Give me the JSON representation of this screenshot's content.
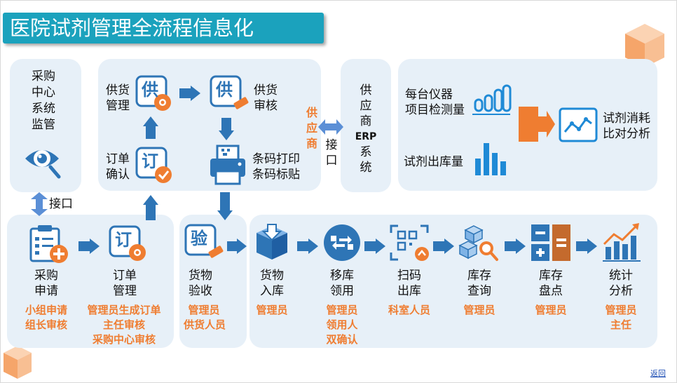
{
  "title": "医院试剂管理全流程信息化",
  "monitor": {
    "line1": "采购",
    "line2": "中心",
    "line3": "系统",
    "line4": "监管"
  },
  "interface_label": "接口",
  "supplier_box": {
    "supply_manage": [
      "供货",
      "管理"
    ],
    "supply_review": [
      "供货",
      "审核"
    ],
    "order_confirm": [
      "订单",
      "确认"
    ],
    "barcode": [
      "条码打印",
      "条码标贴"
    ],
    "supply_glyph": "供",
    "order_glyph": "订"
  },
  "supplier_vertical": "供应商",
  "erp_interface": "接口",
  "erp": {
    "l1": "供",
    "l2": "应",
    "l3": "商",
    "l4": "ERP",
    "l5": "系",
    "l6": "统"
  },
  "analysis": {
    "instrument": [
      "每台仪器",
      "项目检测量"
    ],
    "outbound_qty": "试剂出库量",
    "compare": [
      "试剂消耗",
      "比对分析"
    ]
  },
  "procure": {
    "apply": [
      "采购",
      "申请"
    ],
    "order_manage": [
      "订单",
      "管理"
    ],
    "apply_roles": [
      "小组申请",
      "组长审核"
    ],
    "order_roles": [
      "管理员生成订单",
      "主任审核",
      "采购中心审核"
    ]
  },
  "receive": {
    "label": [
      "货物",
      "验收"
    ],
    "glyph": "验",
    "roles": [
      "管理员",
      "供货人员"
    ]
  },
  "flow": [
    {
      "label": [
        "货物",
        "入库"
      ],
      "roles": [
        "管理员"
      ]
    },
    {
      "label": [
        "移库",
        "领用"
      ],
      "roles": [
        "管理员",
        "领用人",
        "双确认"
      ]
    },
    {
      "label": [
        "扫码",
        "出库"
      ],
      "roles": [
        "科室人员"
      ]
    },
    {
      "label": [
        "库存",
        "查询"
      ],
      "roles": [
        "管理员"
      ]
    },
    {
      "label": [
        "库存",
        "盘点"
      ],
      "roles": [
        "管理员"
      ]
    },
    {
      "label": [
        "统计",
        "分析"
      ],
      "roles": [
        "管理员",
        "主任"
      ]
    }
  ],
  "back_link": "返回",
  "colors": {
    "accent": "#2e75b6",
    "role": "#ef7d31",
    "panel": "#e7f0f8",
    "title_bg": "#1ba2bd"
  }
}
